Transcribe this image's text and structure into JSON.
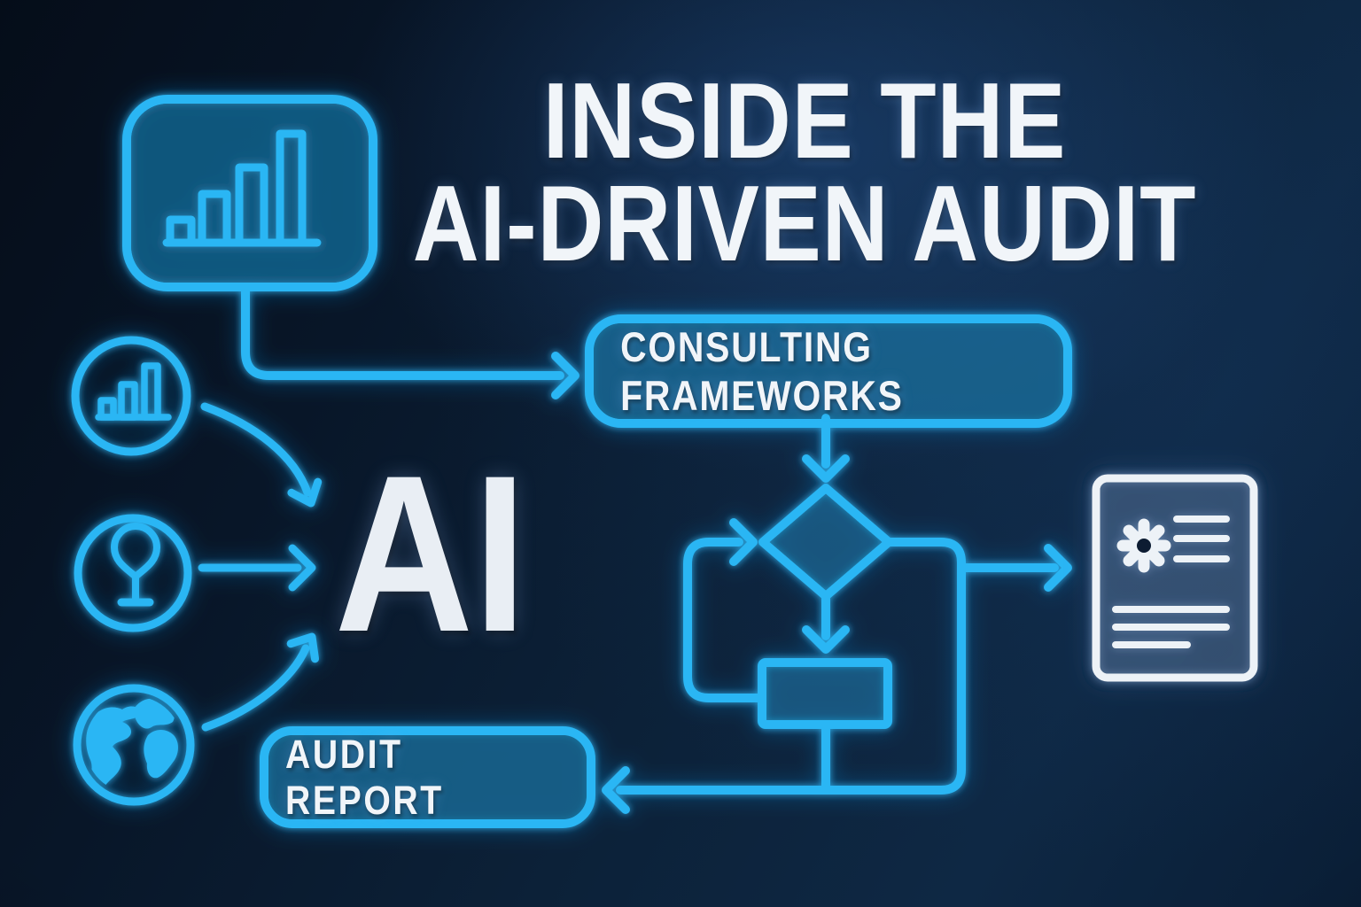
{
  "title": {
    "line1": "INSIDE THE",
    "line2": "AI-DRIVEN AUDIT"
  },
  "ai_label": "AI",
  "nodes": {
    "consulting_frameworks": "CONSULTING FRAMEWORKS",
    "audit_report": "AUDIT REPORT"
  },
  "icons": {
    "top_left_panel": "bar-chart-panel-icon",
    "input_1": "bar-chart-icon",
    "input_2": "map-pin-icon",
    "input_3": "globe-icon",
    "output_document": "document-gear-icon",
    "decision_node": "diamond-decision-shape",
    "process_node": "process-rectangle-shape"
  },
  "colors": {
    "neon_cyan": "#2ab6f4",
    "text_white": "#f1f5f9",
    "background_light": "#10294a",
    "background_dark": "#050d19"
  }
}
